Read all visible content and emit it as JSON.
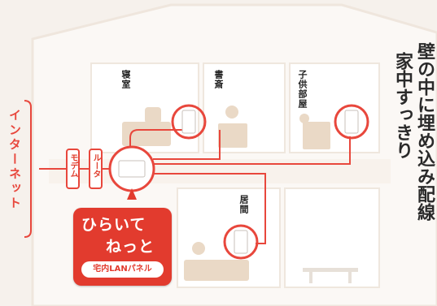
{
  "rooms": {
    "bedroom": "寝室",
    "study": "書斎",
    "kids_room": "子供部屋",
    "living": "居間"
  },
  "devices": {
    "internet": "インターネット",
    "modem": "モデム",
    "router": "ルータ"
  },
  "panel": {
    "line1": "ひらいて",
    "line2": "ねっと",
    "line3": "宅内LANパネル"
  },
  "headline": {
    "col1": "壁の中に埋め込み配線",
    "col2": "家中すっきり"
  },
  "colors": {
    "accent": "#e23b2e",
    "wire": "#e8473c",
    "wall": "#ffffff",
    "background": "#f6f1ec"
  }
}
